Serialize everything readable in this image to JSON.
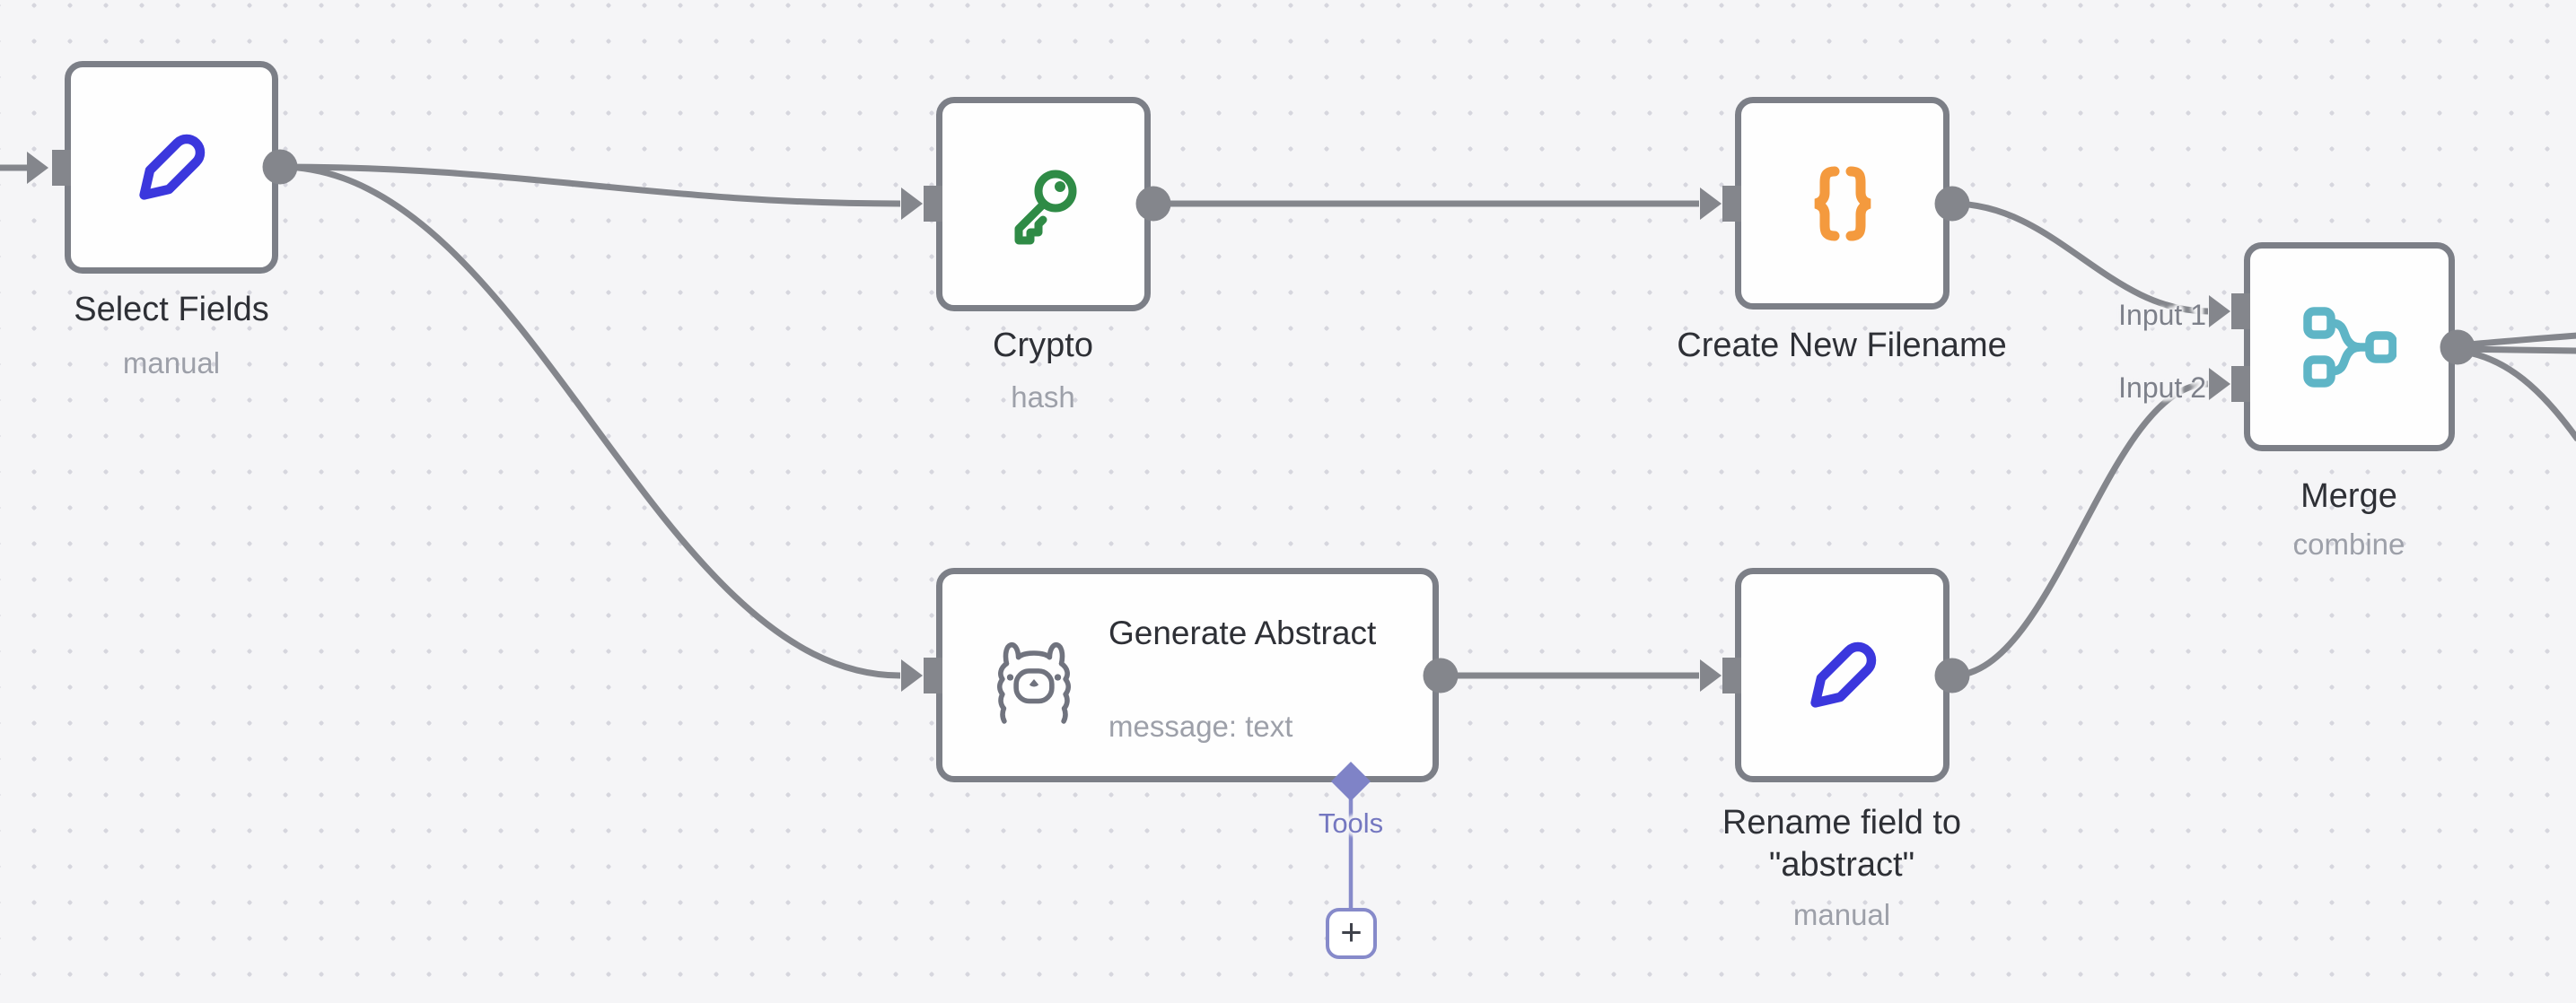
{
  "app": {
    "name": "workflow-editor-canvas"
  },
  "canvas": {
    "background_color": "#f5f5f7",
    "grid_dot_color": "#d6d6de",
    "wire_color": "#84868c",
    "node_border_color": "#7c7f87",
    "node_fill_color": "#fefefe",
    "title_color": "#2e3036",
    "subtitle_color": "#9da0a9",
    "port_label_color": "#7d808a",
    "tools_accent_color": "#7a7ec6"
  },
  "nodes": [
    {
      "id": "select-fields",
      "title": "Select Fields",
      "subtitle": "manual",
      "icon": "pencil-icon",
      "icon_color": "#3b37dd"
    },
    {
      "id": "crypto",
      "title": "Crypto",
      "subtitle": "hash",
      "icon": "key-icon",
      "icon_color": "#2f8b46"
    },
    {
      "id": "create-new-filename",
      "title": "Create New Filename",
      "subtitle": "",
      "icon": "braces-icon",
      "icon_color": "#f49a3e"
    },
    {
      "id": "merge",
      "title": "Merge",
      "subtitle": "combine",
      "icon": "merge-icon",
      "icon_color": "#5fb5c6"
    },
    {
      "id": "generate-abstract",
      "title": "Generate Abstract",
      "subtitle": "message: text",
      "icon": "llama-icon",
      "icon_color": "#70737e"
    },
    {
      "id": "rename-field",
      "title": "Rename field to \"abstract\"",
      "subtitle": "manual",
      "icon": "pencil-icon",
      "icon_color": "#3b37dd"
    }
  ],
  "merge_inputs": {
    "input1": "Input 1",
    "input2": "Input 2"
  },
  "tools": {
    "label": "Tools",
    "add_button": "+"
  },
  "connections": [
    {
      "from": "off-canvas-left",
      "to": "Select Fields"
    },
    {
      "from": "Select Fields",
      "to": "Crypto"
    },
    {
      "from": "Select Fields",
      "to": "Generate Abstract"
    },
    {
      "from": "Crypto",
      "to": "Create New Filename"
    },
    {
      "from": "Create New Filename",
      "to": "Merge",
      "to_port": "Input 1"
    },
    {
      "from": "Generate Abstract",
      "to": "Rename field to \"abstract\""
    },
    {
      "from": "Rename field to \"abstract\"",
      "to": "Merge",
      "to_port": "Input 2"
    },
    {
      "from": "Merge",
      "to": "off-canvas-right"
    }
  ]
}
